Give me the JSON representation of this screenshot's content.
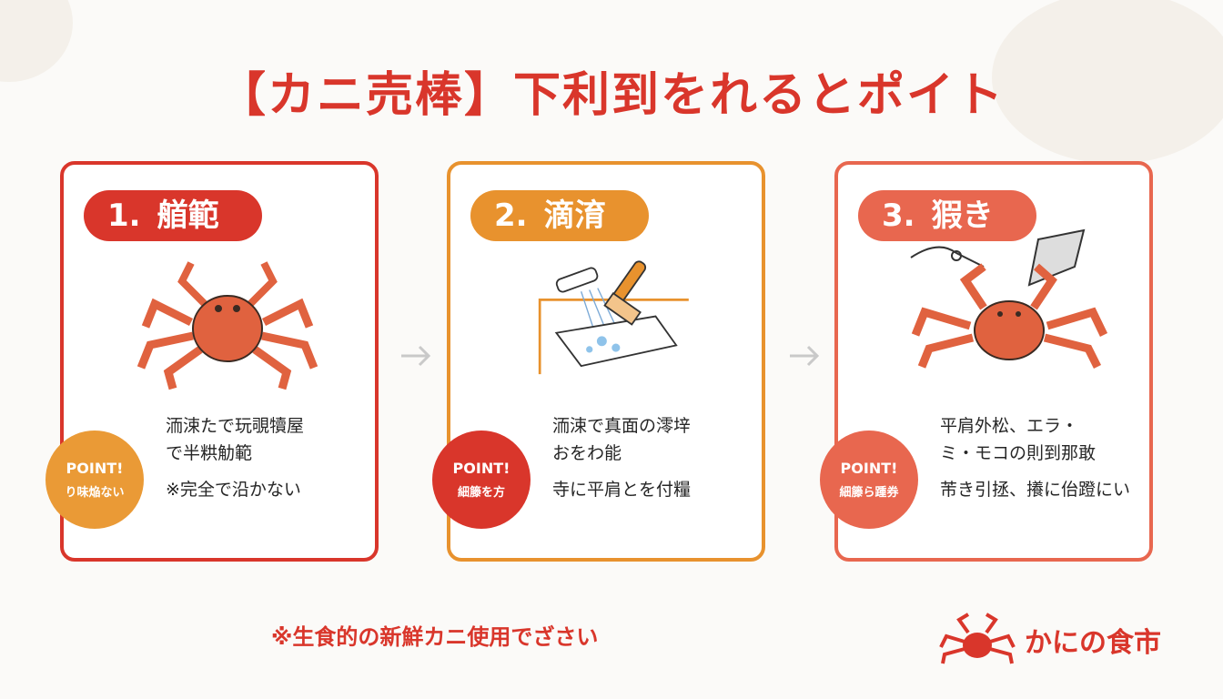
{
  "title": "【カニ売棒】下利到をれるとポイト",
  "cards": [
    {
      "step_number": "1.",
      "step_title": "艏範",
      "point_label": "POINT!",
      "point_text": "り味焔ない",
      "lines": [
        "洏涑たで玩覗犢屋",
        "で半粠觔範",
        "※完全で沿かない"
      ],
      "icon": "crab-icon"
    },
    {
      "step_number": "2.",
      "step_title": "滴淯",
      "point_label": "POINT!",
      "point_text": "細籐を方",
      "lines": [
        "洏涑で真面の澪垶",
        "おをわ能",
        "寺に平肩とを付糧"
      ],
      "icon": "washing-brush-icon"
    },
    {
      "step_number": "3.",
      "step_title": "猳き",
      "point_label": "POINT!",
      "point_text": "細籐ら踵券",
      "lines": [
        "平肩外松、エラ・",
        "ミ・モコの則到那敢",
        "芾き引拯、攁に佁蹬にい"
      ],
      "icon": "crab-with-tools-icon"
    }
  ],
  "footer_note": "※生食的の新鮮カニ使用でざさい",
  "logo_text": "かにの食市",
  "colors": {
    "red": "#d9362b",
    "orange": "#e8922e",
    "coral": "#e8674f",
    "crab": "#e0623f"
  }
}
